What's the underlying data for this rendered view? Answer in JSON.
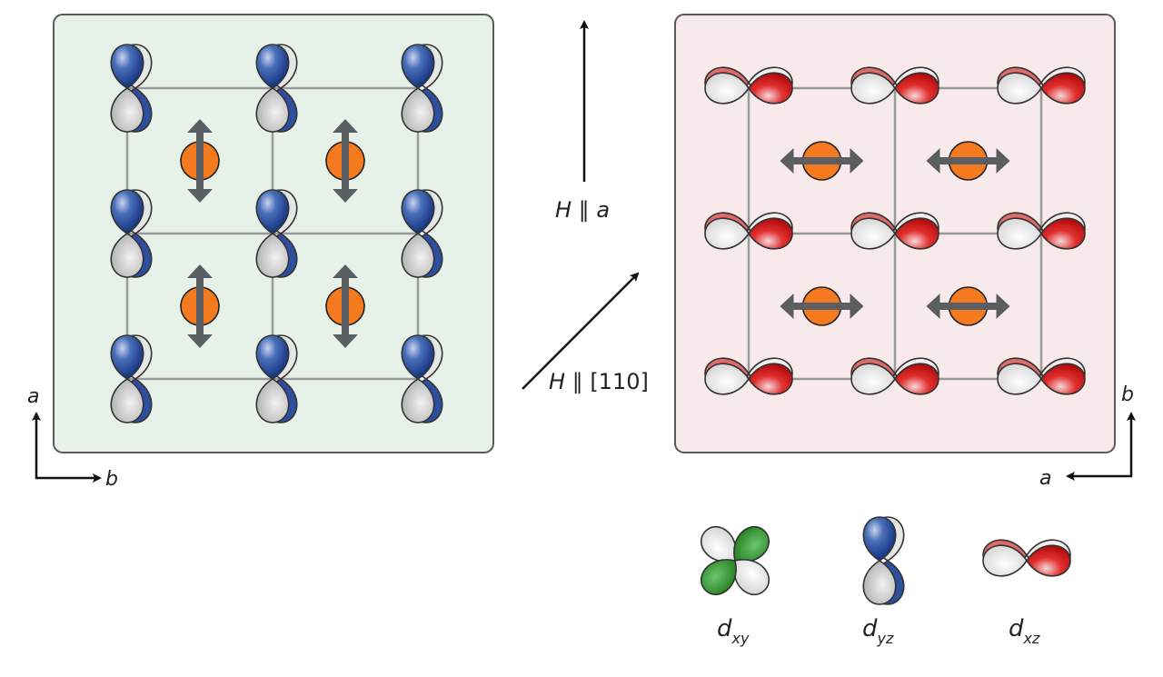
{
  "figure": {
    "left_panel": {
      "name": "dyz-ordering-panel",
      "background": "#e6f2e7",
      "orbital": "dyz",
      "grid_rows": 3,
      "grid_cols": 3,
      "spin_direction": "vertical",
      "axis": {
        "up_label": "a",
        "right_label": "b"
      }
    },
    "right_panel": {
      "name": "dxz-ordering-panel",
      "background": "#f8eaea",
      "orbital": "dxz",
      "grid_rows": 3,
      "grid_cols": 3,
      "spin_direction": "horizontal",
      "axis": {
        "up_label": "b",
        "left_label": "a"
      }
    },
    "field_arrows": [
      {
        "direction": "vertical",
        "label_italic": "H",
        "label_sep": " ∥ ",
        "label_rest": "a",
        "rest_italic": true
      },
      {
        "direction": "diagonal",
        "label_italic": "H",
        "label_sep": " ∥ ",
        "label_rest": "[110]",
        "rest_italic": false
      }
    ],
    "legend": [
      {
        "orbital": "dxy",
        "main": "d",
        "sub": "xy",
        "color": "#1e8a1e"
      },
      {
        "orbital": "dyz",
        "main": "d",
        "sub": "yz",
        "color": "#1a3f8f"
      },
      {
        "orbital": "dxz",
        "main": "d",
        "sub": "xz",
        "color": "#d41a1a"
      }
    ],
    "colors": {
      "spin": "#f47a1f",
      "spin_arrow": "#5a5d61",
      "grid_line": "#9a9a9a",
      "lobe_gray": "#d6d6d6"
    }
  }
}
